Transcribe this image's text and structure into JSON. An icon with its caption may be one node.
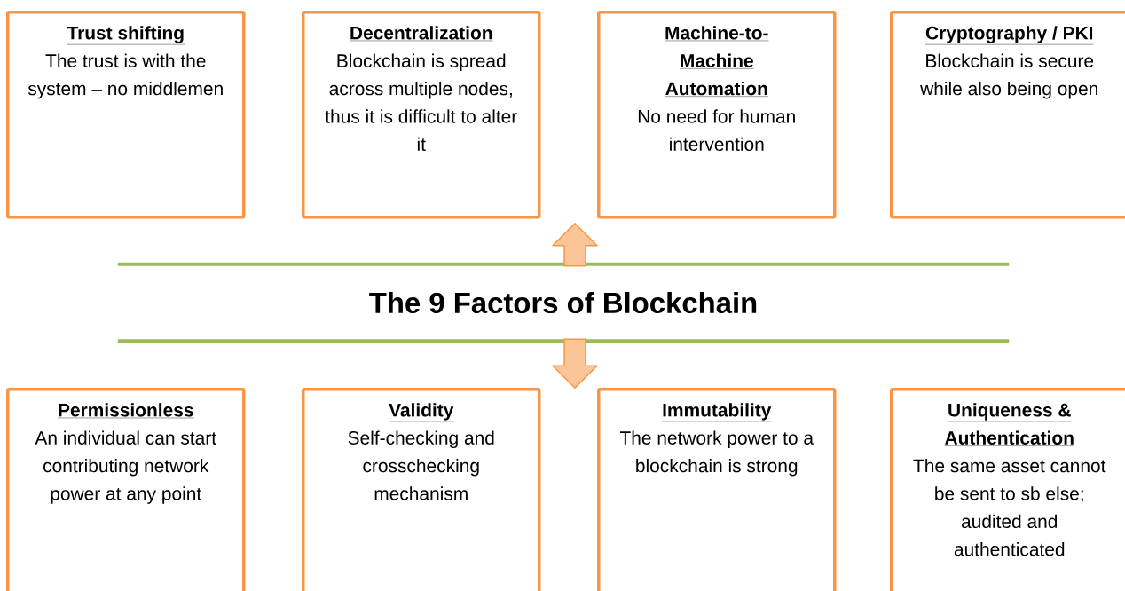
{
  "diagram": {
    "nodes": [
      {
        "text": [
          "Trust shifting",
          "The trust is with the system – no middlemen"
        ]
      },
      {
        "text": [
          "Decentralization",
          "Blockchain is spread across multiple nodes, thus it is difficult to alter it"
        ]
      },
      {
        "text": [
          "Machine-to-Machine Automation",
          "No need for human intervention"
        ]
      },
      {
        "text": [
          "Cryptography / PKI",
          "Blockchain is secure while also being open"
        ]
      },
      {
        "text": [
          "Permissionless",
          "An individual can start contributing network power at any point"
        ]
      },
      {
        "text": [
          "Validity",
          "Self-checking and crosschecking mechanism"
        ]
      },
      {
        "text": [
          "Immutability",
          "The network power to a blockchain is strong"
        ]
      },
      {
        "text": [
          "Uniqueness & Authentication",
          "The same asset cannot be sent to sb else; audited and authenticated"
        ]
      },
      {
        "text": [
          "The 9 Factors of Blockchain"
        ]
      }
    ],
    "edges": [
      {
        "from": 8,
        "to": null,
        "arrow": "to"
      },
      {
        "from": 8,
        "to": null,
        "arrow": "to"
      }
    ]
  }
}
